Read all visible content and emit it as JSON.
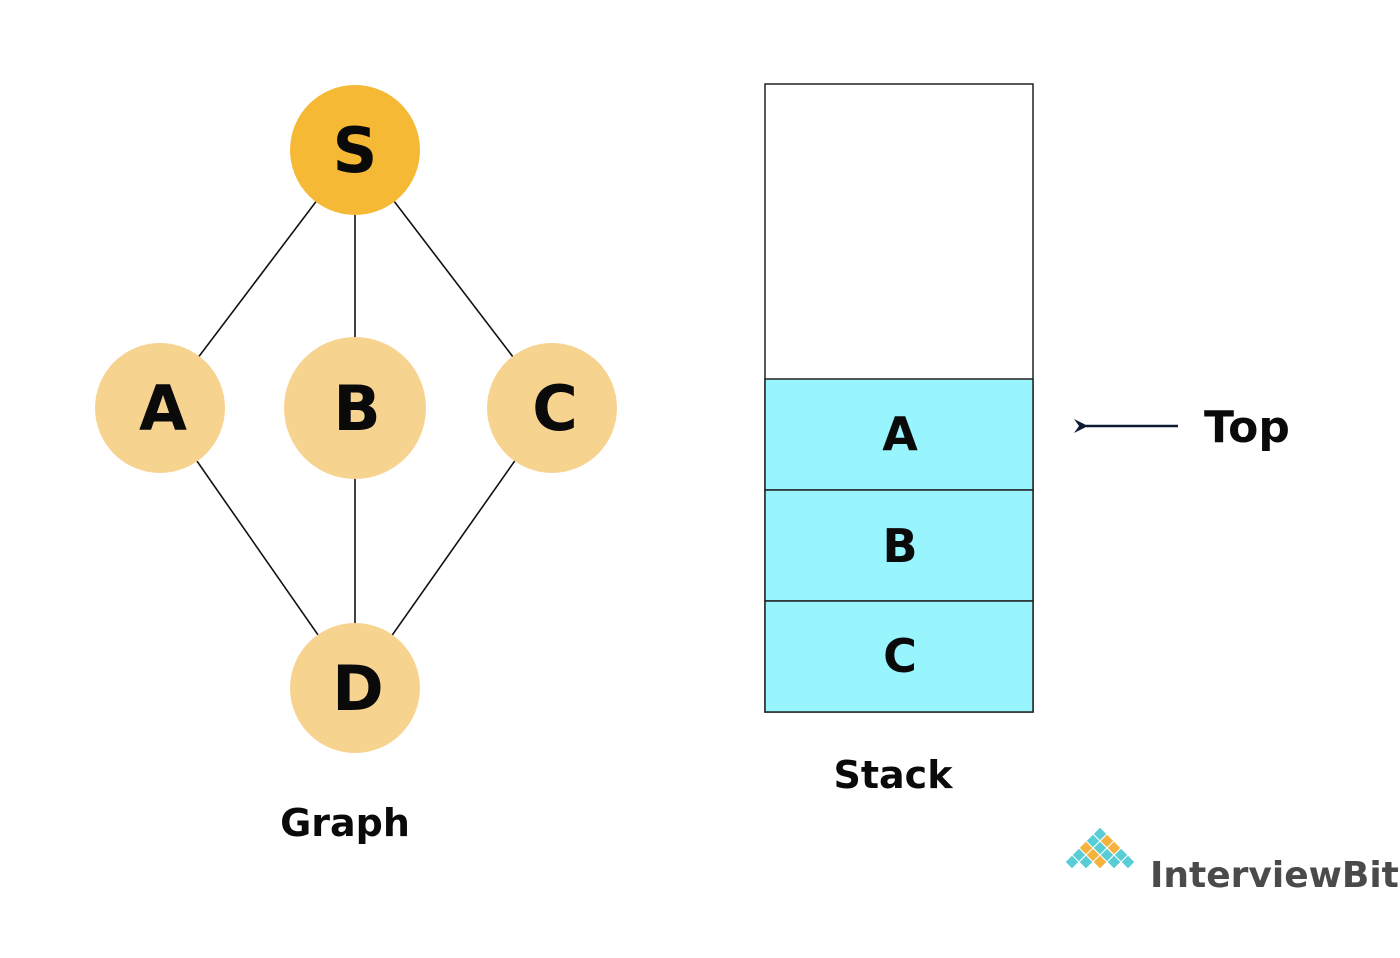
{
  "graph": {
    "caption": "Graph",
    "nodes": [
      {
        "id": "S",
        "label": "S",
        "color": "#f5b935"
      },
      {
        "id": "A",
        "label": "A",
        "color": "#f7d390"
      },
      {
        "id": "B",
        "label": "B",
        "color": "#f7d390"
      },
      {
        "id": "C",
        "label": "C",
        "color": "#f7d390"
      },
      {
        "id": "D",
        "label": "D",
        "color": "#f7d390"
      }
    ],
    "edges": [
      [
        "S",
        "A"
      ],
      [
        "S",
        "B"
      ],
      [
        "S",
        "C"
      ],
      [
        "A",
        "D"
      ],
      [
        "B",
        "D"
      ],
      [
        "C",
        "D"
      ]
    ]
  },
  "stack": {
    "caption": "Stack",
    "cells": [
      "A",
      "B",
      "C"
    ],
    "fill_color": "#98f5fd",
    "top_label": "Top"
  },
  "brand": {
    "name": "InterviewBit",
    "colors": {
      "teal": "#58cdd6",
      "orange": "#f5b23e"
    }
  }
}
